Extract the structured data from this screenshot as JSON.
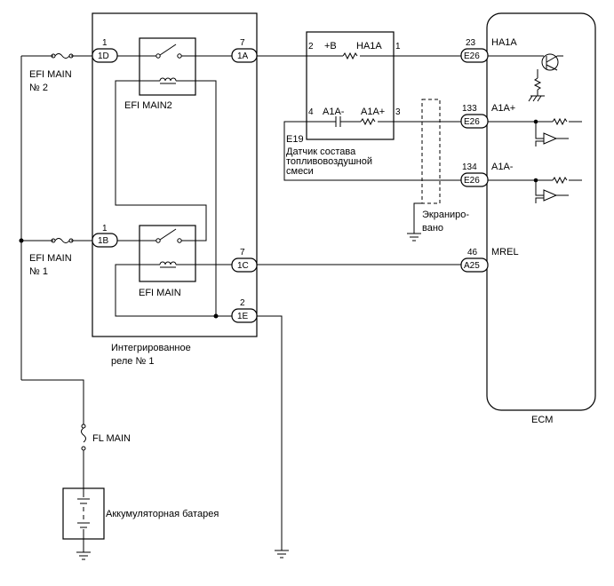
{
  "relay": {
    "name": "Интегрированное\nреле № 1",
    "line1": "Интегрированное",
    "line2": "реле № 1",
    "pins": {
      "p1d_num": "1",
      "p1d": "1D",
      "p1b_num": "1",
      "p1b": "1B",
      "p1a_num": "7",
      "p1a": "1A",
      "p1c_num": "7",
      "p1c": "1C",
      "p1e_num": "2",
      "p1e": "1E"
    },
    "efi_main2": "EFI MAIN2",
    "efi_main": "EFI MAIN"
  },
  "fuses": {
    "efi_main_2_a": "EFI MAIN",
    "efi_main_2_b": "№ 2",
    "efi_main_1_a": "EFI MAIN",
    "efi_main_1_b": "№ 1",
    "fl_main": "FL MAIN"
  },
  "battery": {
    "label": "Аккумуляторная батарея"
  },
  "sensor": {
    "id": "E19",
    "desc1": "Датчик состава",
    "desc2": "топливовоздушной",
    "desc3": "смеси",
    "pin2_num": "2",
    "pin2": "+B",
    "ha1a": "HA1A",
    "pin1_num": "1",
    "pin4_num": "4",
    "a1a_minus": "A1A-",
    "a1a_plus": "A1A+",
    "pin3_num": "3"
  },
  "shield": {
    "line1": "Экраниро-",
    "line2": "вано"
  },
  "ecm": {
    "label": "ECM",
    "pins": [
      {
        "num": "23",
        "conn": "E26",
        "name": "HA1A"
      },
      {
        "num": "133",
        "conn": "E26",
        "name": "A1A+"
      },
      {
        "num": "134",
        "conn": "E26",
        "name": "A1A-"
      },
      {
        "num": "46",
        "conn": "A25",
        "name": "MREL"
      }
    ]
  }
}
